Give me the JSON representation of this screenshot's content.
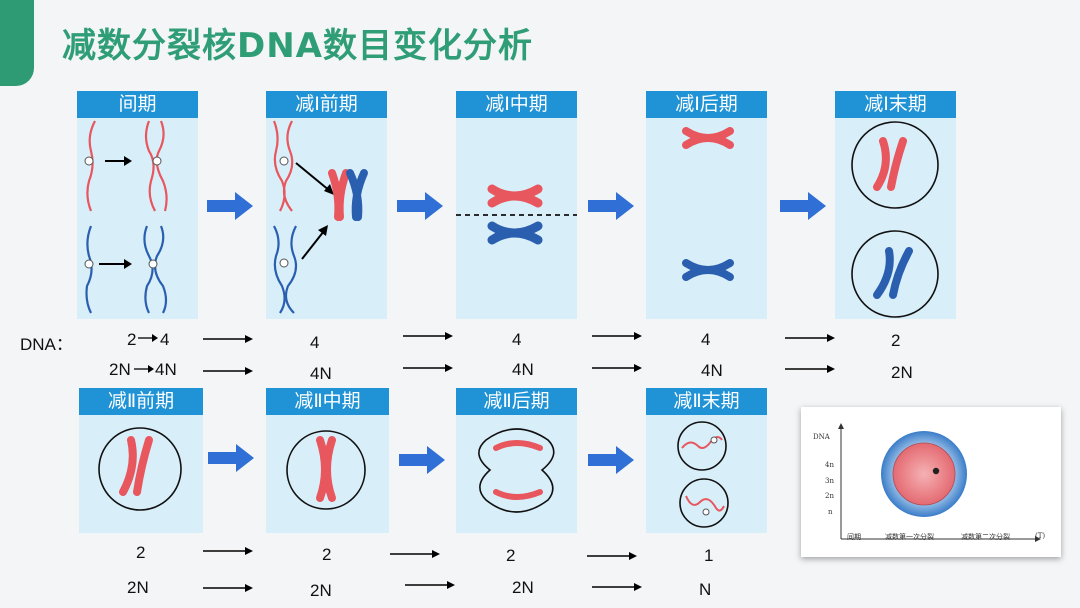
{
  "title": "减数分裂核DNA数目变化分析",
  "stages_top": [
    {
      "label": "间期"
    },
    {
      "label": "减Ⅰ前期"
    },
    {
      "label": "减Ⅰ中期"
    },
    {
      "label": "减Ⅰ后期"
    },
    {
      "label": "减Ⅰ末期"
    }
  ],
  "stages_bottom": [
    {
      "label": "减Ⅱ前期"
    },
    {
      "label": "减Ⅱ中期"
    },
    {
      "label": "减Ⅱ后期"
    },
    {
      "label": "减Ⅱ末期"
    }
  ],
  "dna_label": "DNA：",
  "row1_values": [
    "2",
    "4",
    "4",
    "4",
    "4",
    "2"
  ],
  "row1_ploidy": [
    "2N",
    "4N",
    "4N",
    "4N",
    "4N",
    "2N"
  ],
  "row2_values": [
    "2",
    "2",
    "2",
    "1"
  ],
  "row2_ploidy": [
    "2N",
    "2N",
    "2N",
    "N"
  ],
  "inset": {
    "ylabel": "DNA",
    "yticks": [
      "4n",
      "3n",
      "2n",
      "n"
    ],
    "xticks": [
      "间期",
      "减数第一次分裂",
      "减数第二次分裂"
    ],
    "xunit": "(T)"
  },
  "colors": {
    "title": "#2f9e77",
    "label_bg": "#1f93d6",
    "panel_bg": "#d8eef9",
    "arrow": "#2f6fd6",
    "red": "#e8565e",
    "blue": "#2a5fb0"
  }
}
